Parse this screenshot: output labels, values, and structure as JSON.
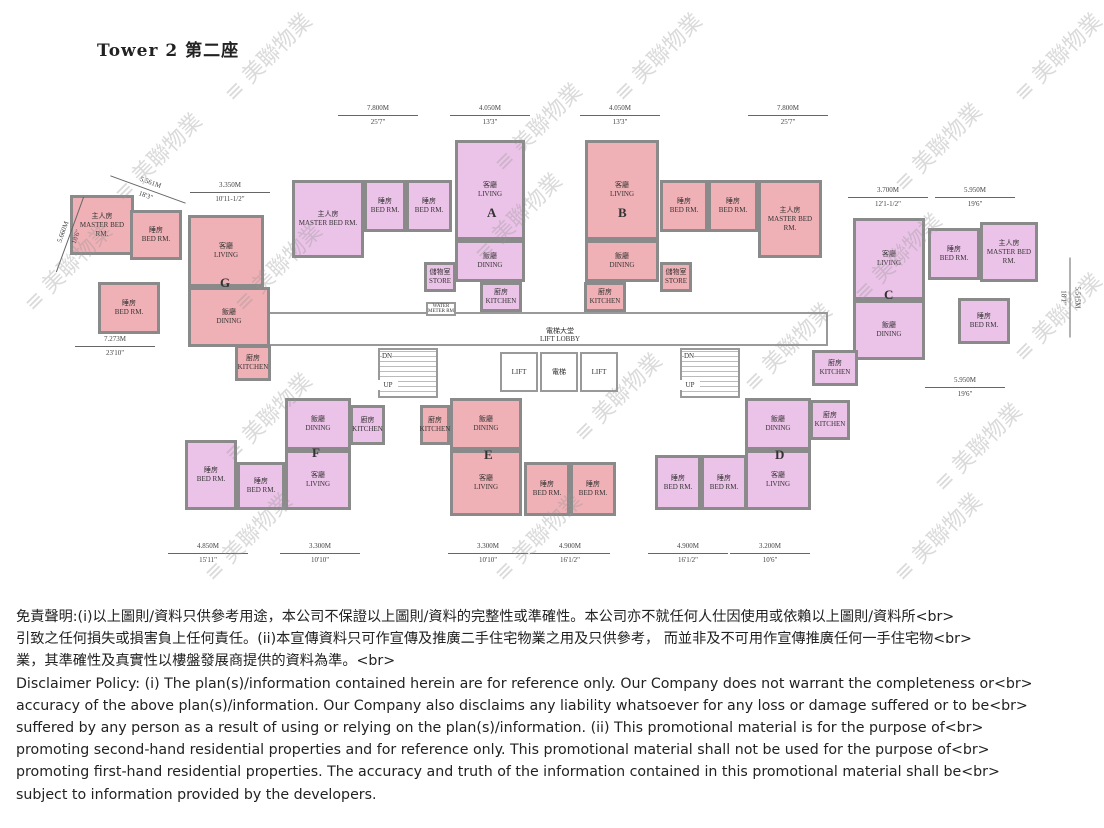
{
  "title": "Tower 2 第二座",
  "watermark": "美聯物業",
  "core": {
    "lobby_cn": "電梯大堂",
    "lobby_en": "LIFT LOBBY",
    "lifts": [
      "LIFT",
      "電梯",
      "LIFT"
    ],
    "stairs": [
      "DN",
      "UP",
      "DN",
      "UP"
    ],
    "water_meter": "WATER METER RM"
  },
  "units": [
    {
      "id": "A",
      "color": "pink",
      "rooms": [
        [
          "主人房",
          "MASTER BED RM."
        ],
        [
          "睡房",
          "BED RM."
        ],
        [
          "睡房",
          "BED RM."
        ],
        [
          "客廳",
          "LIVING"
        ],
        [
          "飯廳",
          "DINING"
        ],
        [
          "儲物室",
          "STORE"
        ],
        [
          "廚房",
          "KITCHEN"
        ]
      ]
    },
    {
      "id": "B",
      "color": "salmon",
      "rooms": [
        [
          "客廳",
          "LIVING"
        ],
        [
          "飯廳",
          "DINING"
        ],
        [
          "睡房",
          "BED RM."
        ],
        [
          "睡房",
          "BED RM."
        ],
        [
          "主人房",
          "MASTER BED RM."
        ],
        [
          "儲物室",
          "STORE"
        ],
        [
          "廚房",
          "KITCHEN"
        ]
      ]
    },
    {
      "id": "G",
      "color": "salmon",
      "rooms": [
        [
          "主人房",
          "MASTER BED RM."
        ],
        [
          "睡房",
          "BED RM."
        ],
        [
          "睡房",
          "BED RM."
        ],
        [
          "客廳",
          "LIVING"
        ],
        [
          "飯廳",
          "DINING"
        ],
        [
          "廚房",
          "KITCHEN"
        ]
      ]
    },
    {
      "id": "C",
      "color": "pink",
      "rooms": [
        [
          "客廳",
          "LIVING"
        ],
        [
          "飯廳",
          "DINING"
        ],
        [
          "睡房",
          "BED RM."
        ],
        [
          "主人房",
          "MASTER BED RM."
        ],
        [
          "睡房",
          "BED RM."
        ],
        [
          "廚房",
          "KITCHEN"
        ]
      ]
    },
    {
      "id": "F",
      "color": "pink",
      "rooms": [
        [
          "飯廳",
          "DINING"
        ],
        [
          "客廳",
          "LIVING"
        ],
        [
          "睡房",
          "BED RM."
        ],
        [
          "睡房",
          "BED RM."
        ],
        [
          "廚房",
          "KITCHEN"
        ]
      ]
    },
    {
      "id": "E",
      "color": "salmon",
      "rooms": [
        [
          "飯廳",
          "DINING"
        ],
        [
          "客廳",
          "LIVING"
        ],
        [
          "睡房",
          "BED RM."
        ],
        [
          "睡房",
          "BED RM."
        ],
        [
          "廚房",
          "KITCHEN"
        ]
      ]
    },
    {
      "id": "D",
      "color": "pink",
      "rooms": [
        [
          "飯廳",
          "DINING"
        ],
        [
          "客廳",
          "LIVING"
        ],
        [
          "睡房",
          "BED RM."
        ],
        [
          "睡房",
          "BED RM."
        ],
        [
          "廚房",
          "KITCHEN"
        ]
      ]
    }
  ],
  "dimensions": [
    [
      "7.800M",
      "25'7\""
    ],
    [
      "4.050M",
      "13'3\""
    ],
    [
      "4.050M",
      "13'3\""
    ],
    [
      "7.800M",
      "25'7\""
    ],
    [
      "5.561M",
      "18'3\""
    ],
    [
      "3.350M",
      "10'11-1/2\""
    ],
    [
      "5.660M",
      "18'6\""
    ],
    [
      "7.273M",
      "23'10\""
    ],
    [
      "3.700M",
      "12'1-1/2\""
    ],
    [
      "5.950M",
      "19'6\""
    ],
    [
      "5.515M",
      "18'1\""
    ],
    [
      "5.950M",
      "19'6\""
    ],
    [
      "4.850M",
      "15'11\""
    ],
    [
      "3.300M",
      "10'10\""
    ],
    [
      "3.300M",
      "10'10\""
    ],
    [
      "4.900M",
      "16'1/2\""
    ],
    [
      "4.900M",
      "16'1/2\""
    ],
    [
      "3.200M",
      "10'6\""
    ]
  ],
  "disclaimer": [
    "免責聲明:(i)以上圖則/資料只供參考用途，本公司不保證以上圖則/資料的完整性或準確性。本公司亦不就任何人仕因使用或依賴以上圖則/資料所<br>",
    "引致之任何損失或損害負上任何責任。(ii)本宣傳資料只可作宣傳及推廣二手住宅物業之用及只供參考， 而並非及不可用作宣傳推廣任何一手住宅物<br>",
    "業，其準確性及真實性以樓盤發展商提供的資料為準。<br>",
    "Disclaimer Policy: (i) The plan(s)/information contained herein are for reference only. Our Company does not warrant the completeness or<br>",
    "accuracy of the above plan(s)/information. Our Company also disclaims any liability whatsoever for any loss or damage suffered or to be<br>",
    "suffered by any person as a result of using or relying on the plan(s)/information. (ii) This promotional material is for the purpose of<br>",
    "promoting second-hand residential properties and for reference only. This promotional material shall not be used for the purpose of<br>",
    "promoting first-hand residential properties. The accuracy and truth of the information contained in this promotional material shall be<br>",
    "subject to information provided by the developers."
  ]
}
